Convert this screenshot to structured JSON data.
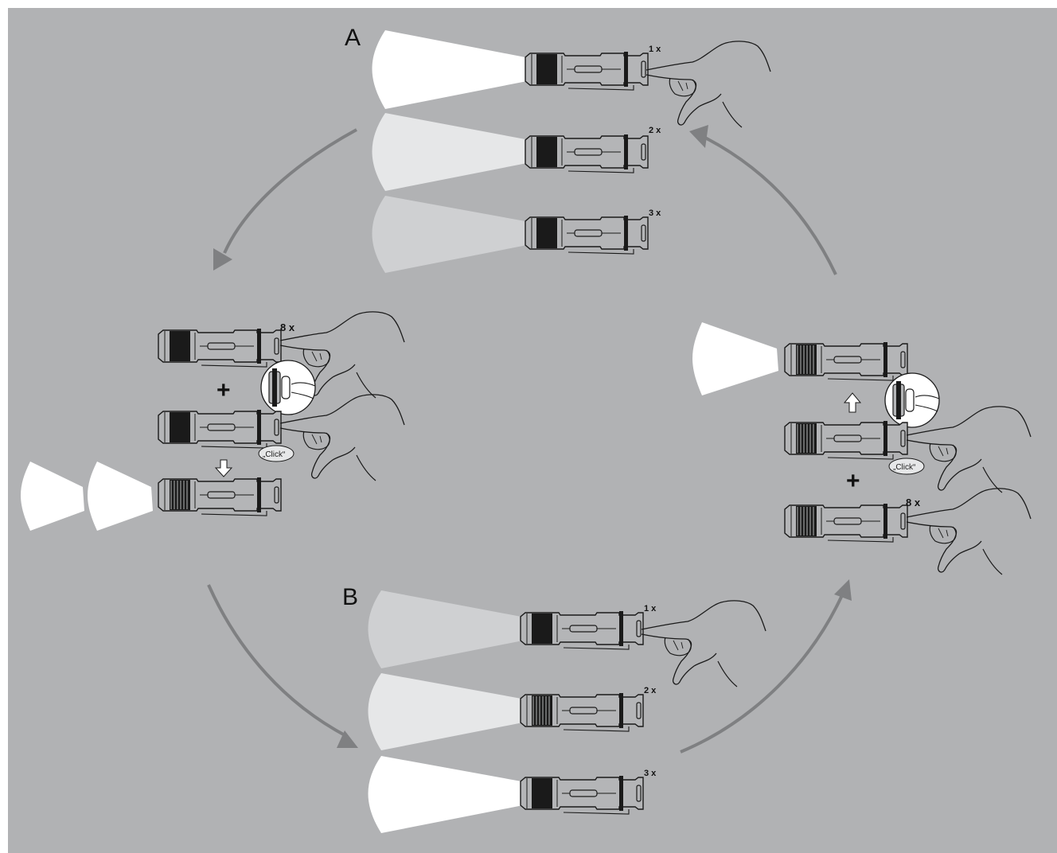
{
  "colors": {
    "background": "#b1b2b4",
    "outer": "#ffffff",
    "arrow": "#7f8082",
    "beam_high": "#ffffff",
    "beam_mid": "#e6e7e8",
    "beam_low": "#cfd0d2",
    "torch_fill": "#b4b5b7",
    "torch_line": "#1a1a1a",
    "head_band": "#1a1a1a"
  },
  "group_a": {
    "label": "A",
    "counts": [
      "1 x",
      "2 x",
      "3 x"
    ]
  },
  "group_b": {
    "label": "B",
    "counts": [
      "1 x",
      "2 x",
      "3 x"
    ]
  },
  "left_switch": {
    "count": "8 x",
    "plus": "+",
    "click": "„Click“",
    "icons": [
      "down-arrow-icon",
      "magnifier-icon",
      "hand-icon",
      "flashlight-icon",
      "light-beam-icon"
    ]
  },
  "right_switch": {
    "count": "8 x",
    "plus": "+",
    "click": "„Click“",
    "icons": [
      "up-arrow-icon",
      "magnifier-icon",
      "hand-icon",
      "flashlight-icon",
      "light-beam-icon"
    ]
  }
}
